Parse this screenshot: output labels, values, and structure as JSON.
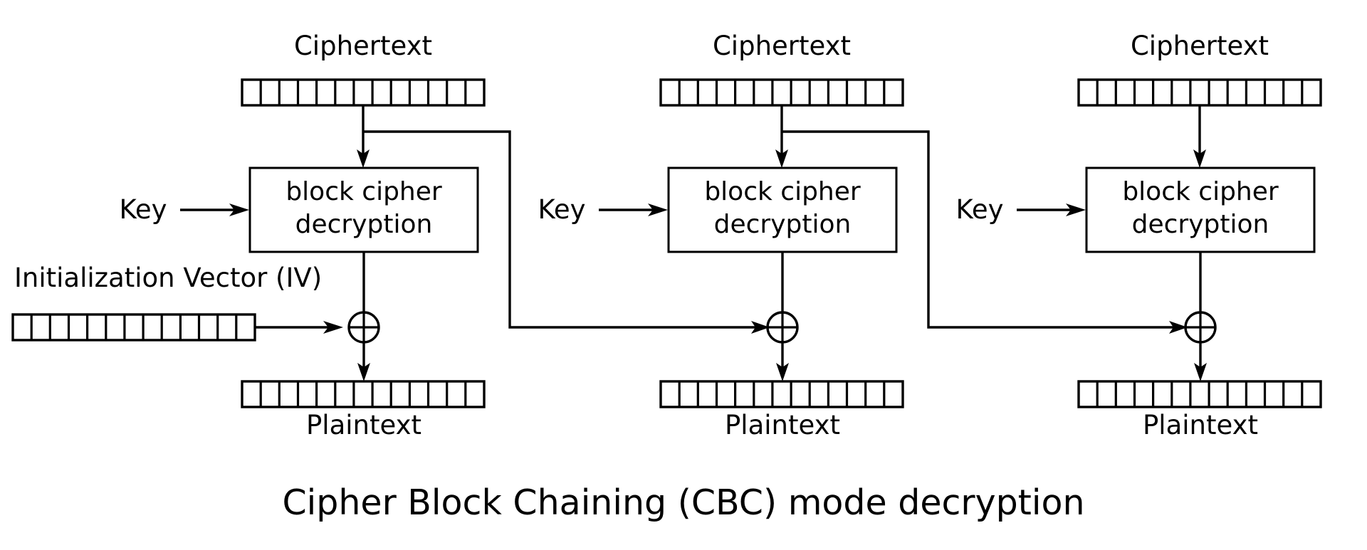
{
  "diagram": {
    "title": "Cipher Block Chaining (CBC) mode decryption",
    "colors": {
      "background": "#ffffff",
      "stroke": "#000000",
      "text": "#000000"
    },
    "iv": {
      "label": "Initialization Vector (IV)",
      "cells": 13
    },
    "block_cells": 13,
    "xor_symbol": "⊕",
    "stages": [
      {
        "ciphertext_label": "Ciphertext",
        "key_label": "Key",
        "cipher_line1": "block cipher",
        "cipher_line2": "decryption",
        "plaintext_label": "Plaintext"
      },
      {
        "ciphertext_label": "Ciphertext",
        "key_label": "Key",
        "cipher_line1": "block cipher",
        "cipher_line2": "decryption",
        "plaintext_label": "Plaintext"
      },
      {
        "ciphertext_label": "Ciphertext",
        "key_label": "Key",
        "cipher_line1": "block cipher",
        "cipher_line2": "decryption",
        "plaintext_label": "Plaintext"
      }
    ]
  }
}
